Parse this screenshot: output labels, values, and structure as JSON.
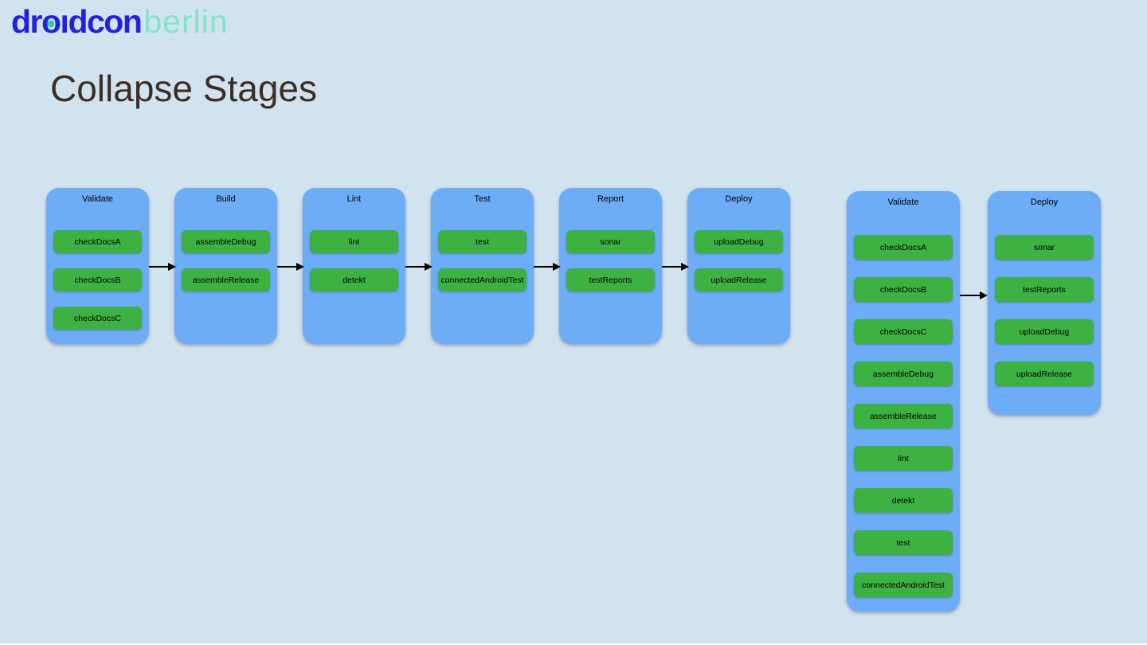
{
  "logo": {
    "word1_pre": "dr",
    "word1_o": "o",
    "word1_post": "ıdcon",
    "word2": "berlin"
  },
  "title": "Collapse Stages",
  "colors": {
    "background": "#D2E3F0",
    "stage_fill": "#6DACF7",
    "task_fill": "#3DB242",
    "arrow": "#000000",
    "title_text": "#3D2E25",
    "logo_blue": "#1F23DD",
    "logo_dot_teal": "#36CBA0",
    "logo_mint": "#80E5C9"
  },
  "diagram_left": {
    "label": "expanded-pipeline",
    "stages": [
      {
        "title": "Validate",
        "tasks": [
          "checkDocsA",
          "checkDocsB",
          "checkDocsC"
        ]
      },
      {
        "title": "Build",
        "tasks": [
          "assembleDebug",
          "assembleRelease"
        ]
      },
      {
        "title": "Lint",
        "tasks": [
          "lint",
          "detekt"
        ]
      },
      {
        "title": "Test",
        "tasks": [
          "test",
          "connectedAndroidTest"
        ]
      },
      {
        "title": "Report",
        "tasks": [
          "sonar",
          "testReports"
        ]
      },
      {
        "title": "Deploy",
        "tasks": [
          "uploadDebug",
          "uploadRelease"
        ]
      }
    ]
  },
  "diagram_right": {
    "label": "collapsed-pipeline",
    "stages": [
      {
        "title": "Validate",
        "tasks": [
          "checkDocsA",
          "checkDocsB",
          "checkDocsC",
          "assembleDebug",
          "assembleRelease",
          "lint",
          "detekt",
          "test",
          "connectedAndroidTest"
        ]
      },
      {
        "title": "Deploy",
        "tasks": [
          "sonar",
          "testReports",
          "uploadDebug",
          "uploadRelease"
        ]
      }
    ]
  }
}
